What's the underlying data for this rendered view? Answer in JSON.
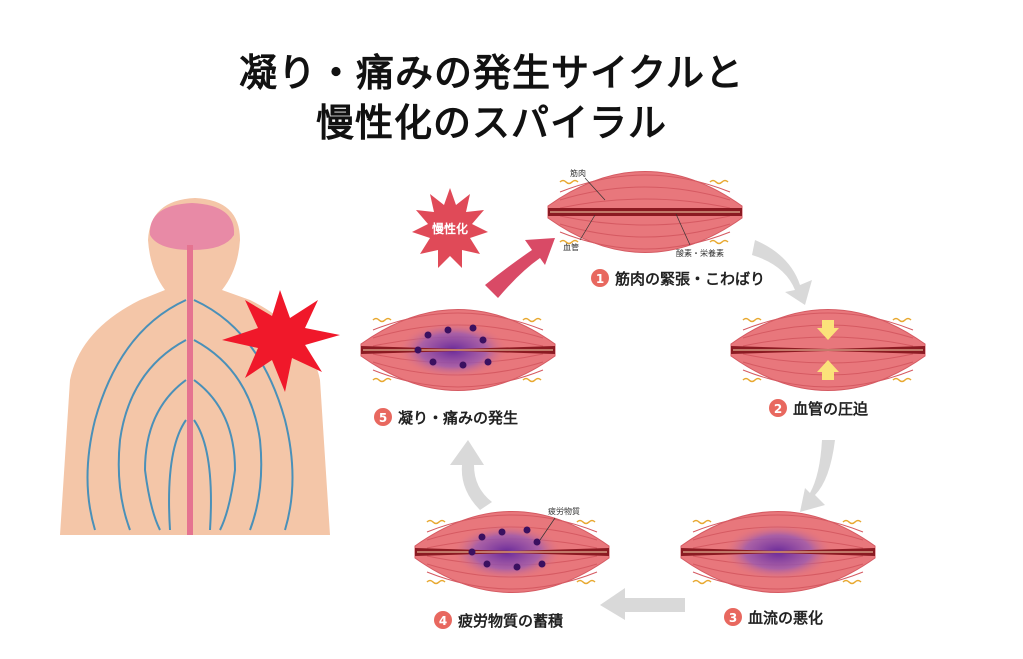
{
  "title": {
    "line1": "凝り・痛みの発生サイクルと",
    "line2": "慢性化のスパイラル"
  },
  "chronic_badge": "慢性化",
  "annotations": {
    "muscle": "筋肉",
    "vessel": "血管",
    "oxygen": "酸素・栄養素",
    "fatigue": "疲労物質"
  },
  "steps": [
    {
      "num": "1",
      "label": "筋肉の緊張・こわばり"
    },
    {
      "num": "2",
      "label": "血管の圧迫"
    },
    {
      "num": "3",
      "label": "血流の悪化"
    },
    {
      "num": "4",
      "label": "疲労物質の蓄積"
    },
    {
      "num": "5",
      "label": "凝り・痛みの発生"
    }
  ],
  "colors": {
    "muscle": "#e8777c",
    "muscle_dark": "#d55a62",
    "vessel": "#8b1a22",
    "purple": "#8a4aa8",
    "step_num": "#e8685f",
    "arrow": "#d9d9d9",
    "chronic_arrow": "#d94a66",
    "pain_star": "#f0182a",
    "nerve": "#4a90b8",
    "skin": "#f4c6a8"
  }
}
